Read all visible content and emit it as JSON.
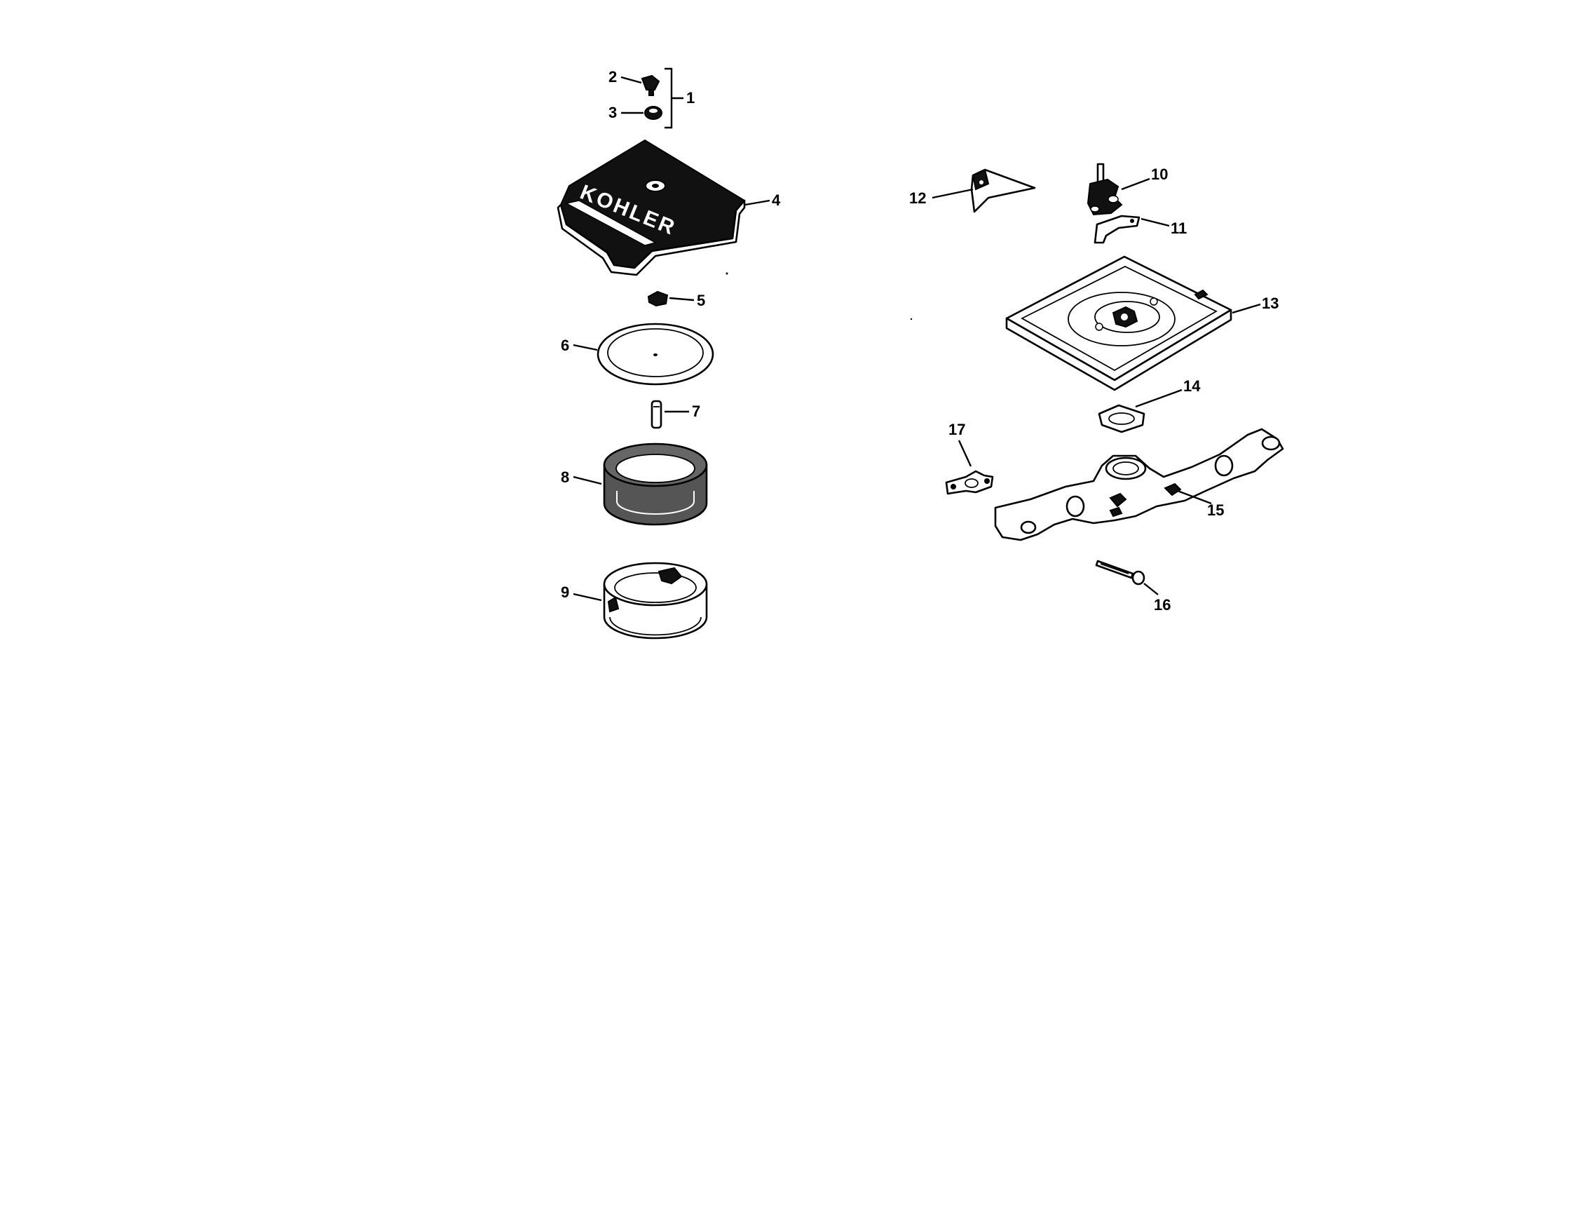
{
  "callouts": {
    "c1": "1",
    "c2": "2",
    "c3": "3",
    "c4": "4",
    "c5": "5",
    "c6": "6",
    "c7": "7",
    "c8": "8",
    "c9": "9",
    "c10": "10",
    "c11": "11",
    "c12": "12",
    "c13": "13",
    "c14": "14",
    "c15": "15",
    "c16": "16",
    "c17": "17"
  },
  "logo": {
    "text": "KOHLER"
  },
  "colors": {
    "ink": "#000000",
    "background": "#ffffff"
  }
}
